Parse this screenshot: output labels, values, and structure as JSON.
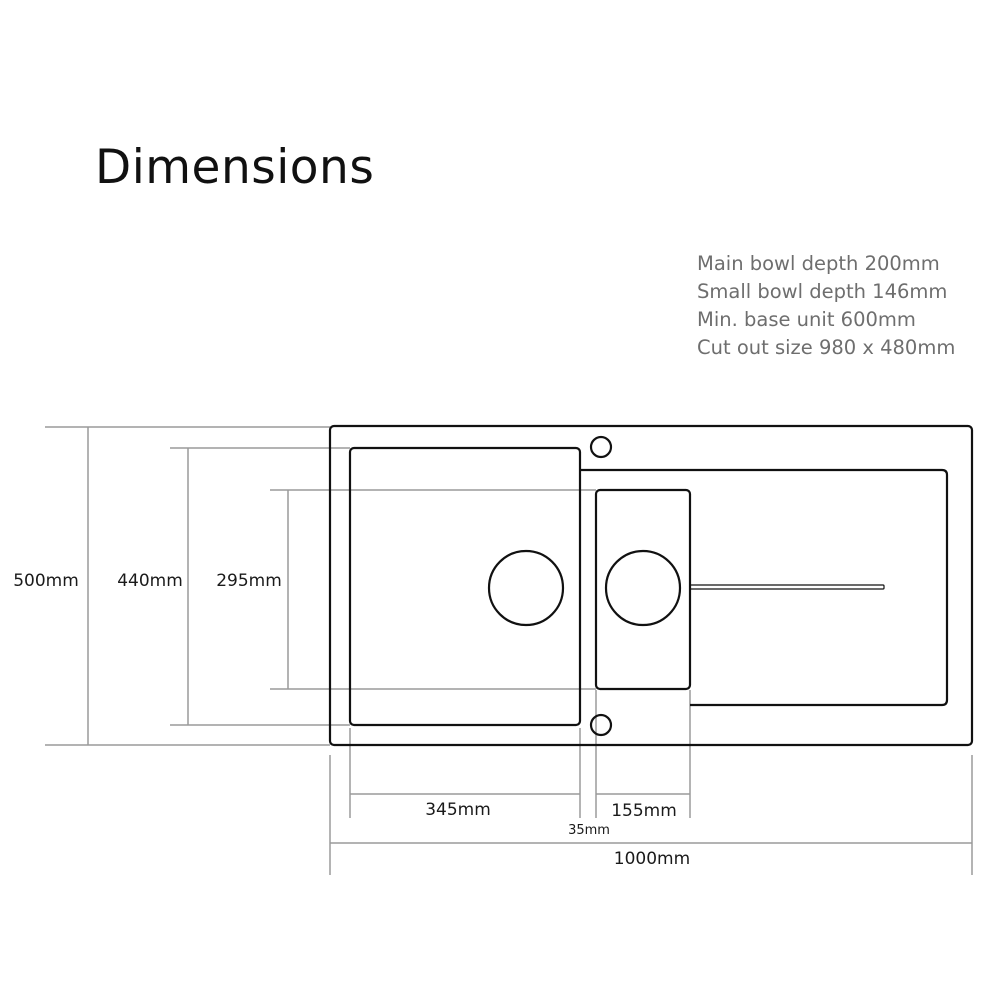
{
  "title": "Dimensions",
  "specs": [
    "Main bowl depth 200mm",
    "Small bowl depth 146mm",
    "Min. base unit 600mm",
    "Cut out size 980 x 480mm"
  ],
  "dimensions": {
    "overall_height": "500mm",
    "main_bowl_height": "440mm",
    "small_bowl_height": "295mm",
    "main_bowl_width": "345mm",
    "small_bowl_width": "155mm",
    "gap_width": "35mm",
    "overall_width": "1000mm"
  }
}
